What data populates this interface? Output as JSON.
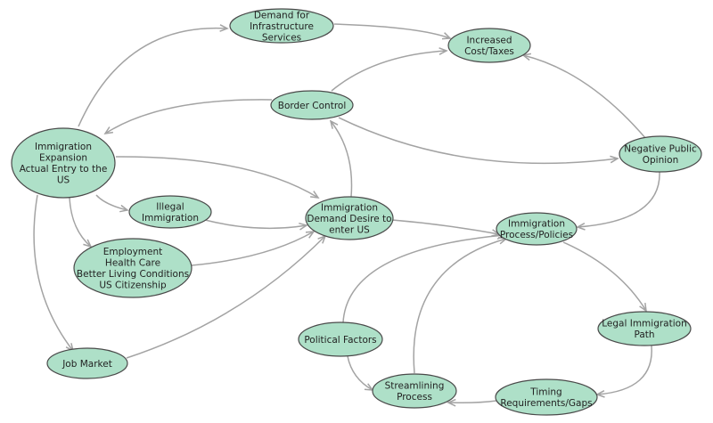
{
  "colors": {
    "node_fill": "#aee0c8",
    "node_stroke": "#4a4a4a",
    "edge": "#a3a3a3",
    "text": "#222222"
  },
  "nodes": [
    {
      "id": "demand-infrastructure",
      "lines": [
        "Demand for",
        "Infrastructure",
        "Services"
      ]
    },
    {
      "id": "increased-cost",
      "lines": [
        "Increased",
        "Cost/Taxes"
      ]
    },
    {
      "id": "border-control",
      "lines": [
        "Border Control"
      ]
    },
    {
      "id": "immigration-expansion",
      "lines": [
        "Immigration",
        "Expansion",
        "Actual Entry to the",
        "US"
      ]
    },
    {
      "id": "negative-opinion",
      "lines": [
        "Negative Public",
        "Opinion"
      ]
    },
    {
      "id": "illegal-immigration",
      "lines": [
        "Illegal",
        "Immigration"
      ]
    },
    {
      "id": "immigration-demand",
      "lines": [
        "Immigration",
        "Demand Desire to",
        "enter US"
      ]
    },
    {
      "id": "immigration-process",
      "lines": [
        "Immigration",
        "Process/Policies"
      ]
    },
    {
      "id": "employment",
      "lines": [
        "Employment",
        "Health Care",
        "Better Living Conditions",
        "US Citizenship"
      ]
    },
    {
      "id": "legal-path",
      "lines": [
        "Legal Immigration",
        "Path"
      ]
    },
    {
      "id": "political-factors",
      "lines": [
        "Political Factors"
      ]
    },
    {
      "id": "job-market",
      "lines": [
        "Job Market"
      ]
    },
    {
      "id": "streamlining",
      "lines": [
        "Streamlining",
        "Process"
      ]
    },
    {
      "id": "timing",
      "lines": [
        "Timing",
        "Requirements/Gaps"
      ]
    }
  ],
  "edges": [
    {
      "from": "immigration-expansion",
      "to": "demand-infrastructure"
    },
    {
      "from": "demand-infrastructure",
      "to": "increased-cost"
    },
    {
      "from": "border-control",
      "to": "increased-cost"
    },
    {
      "from": "border-control",
      "to": "immigration-expansion"
    },
    {
      "from": "border-control",
      "to": "negative-opinion"
    },
    {
      "from": "negative-opinion",
      "to": "increased-cost"
    },
    {
      "from": "negative-opinion",
      "to": "immigration-process"
    },
    {
      "from": "immigration-expansion",
      "to": "illegal-immigration"
    },
    {
      "from": "immigration-expansion",
      "to": "immigration-demand"
    },
    {
      "from": "immigration-expansion",
      "to": "employment"
    },
    {
      "from": "immigration-expansion",
      "to": "job-market"
    },
    {
      "from": "illegal-immigration",
      "to": "immigration-demand"
    },
    {
      "from": "employment",
      "to": "immigration-demand"
    },
    {
      "from": "job-market",
      "to": "immigration-demand"
    },
    {
      "from": "immigration-demand",
      "to": "border-control"
    },
    {
      "from": "immigration-demand",
      "to": "immigration-process"
    },
    {
      "from": "immigration-process",
      "to": "legal-path"
    },
    {
      "from": "legal-path",
      "to": "timing"
    },
    {
      "from": "timing",
      "to": "streamlining"
    },
    {
      "from": "political-factors",
      "to": "streamlining"
    },
    {
      "from": "political-factors",
      "to": "immigration-process"
    },
    {
      "from": "streamlining",
      "to": "immigration-process"
    }
  ]
}
